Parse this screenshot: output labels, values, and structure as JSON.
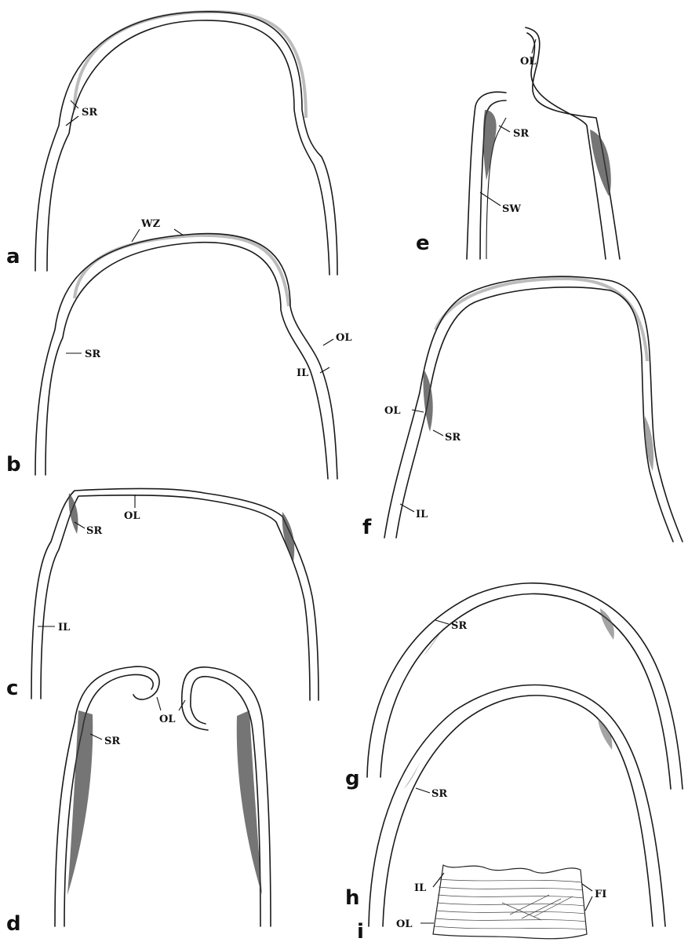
{
  "panels": {
    "a": {
      "letter": "a",
      "labels": [
        "SR"
      ]
    },
    "b": {
      "letter": "b",
      "labels": [
        "WZ",
        "SR",
        "OL",
        "IL"
      ]
    },
    "c": {
      "letter": "c",
      "labels": [
        "OL",
        "SR",
        "IL"
      ]
    },
    "d": {
      "letter": "d",
      "labels": [
        "OL",
        "SR"
      ]
    },
    "e": {
      "letter": "e",
      "labels": [
        "OL",
        "SR",
        "SW"
      ]
    },
    "f": {
      "letter": "f",
      "labels": [
        "OL",
        "SR",
        "IL"
      ]
    },
    "g": {
      "letter": "g",
      "labels": [
        "SR"
      ]
    },
    "h": {
      "letter": "h",
      "labels": [
        "SR"
      ]
    },
    "i": {
      "letter": "i",
      "labels": [
        "IL",
        "FI",
        "OL"
      ]
    }
  }
}
